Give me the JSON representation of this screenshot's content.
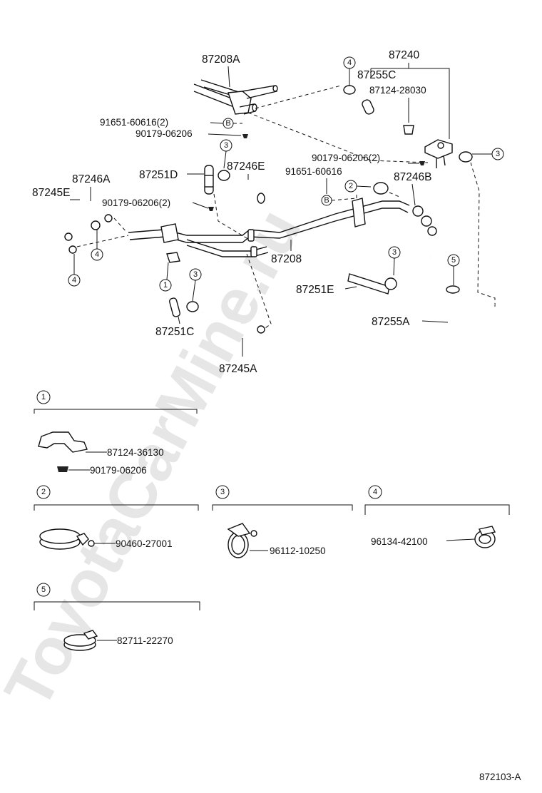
{
  "watermark": "ToyotaCarMine.ru",
  "diagram_code": "872103-A",
  "main_labels": {
    "p87208A": "87208A",
    "p87240": "87240",
    "p87255C": "87255C",
    "p87124_28030": "87124-28030",
    "p91651_60616_2": "91651-60616(2)",
    "p90179_06206": "90179-06206",
    "p90179_06206_2_right": "90179-06206(2)",
    "p91651_60616": "91651-60616",
    "p87251D": "87251D",
    "p87246E": "87246E",
    "p87246A": "87246A",
    "p87246B": "87246B",
    "p87245E": "87245E",
    "p90179_06206_2_left": "90179-06206(2)",
    "p87208": "87208",
    "p87251E": "87251E",
    "p87255A": "87255A",
    "p87251C": "87251C",
    "p87245A": "87245A"
  },
  "callouts": {
    "one": "1",
    "two": "2",
    "three": "3",
    "four": "4",
    "five": "5",
    "b": "B"
  },
  "detail_groups": [
    {
      "number": "1",
      "parts": [
        "87124-36130",
        "90179-06206"
      ]
    },
    {
      "number": "2",
      "parts": [
        "90460-27001"
      ]
    },
    {
      "number": "3",
      "parts": [
        "96112-10250"
      ]
    },
    {
      "number": "4",
      "parts": [
        "96134-42100"
      ]
    },
    {
      "number": "5",
      "parts": [
        "82711-22270"
      ]
    }
  ]
}
